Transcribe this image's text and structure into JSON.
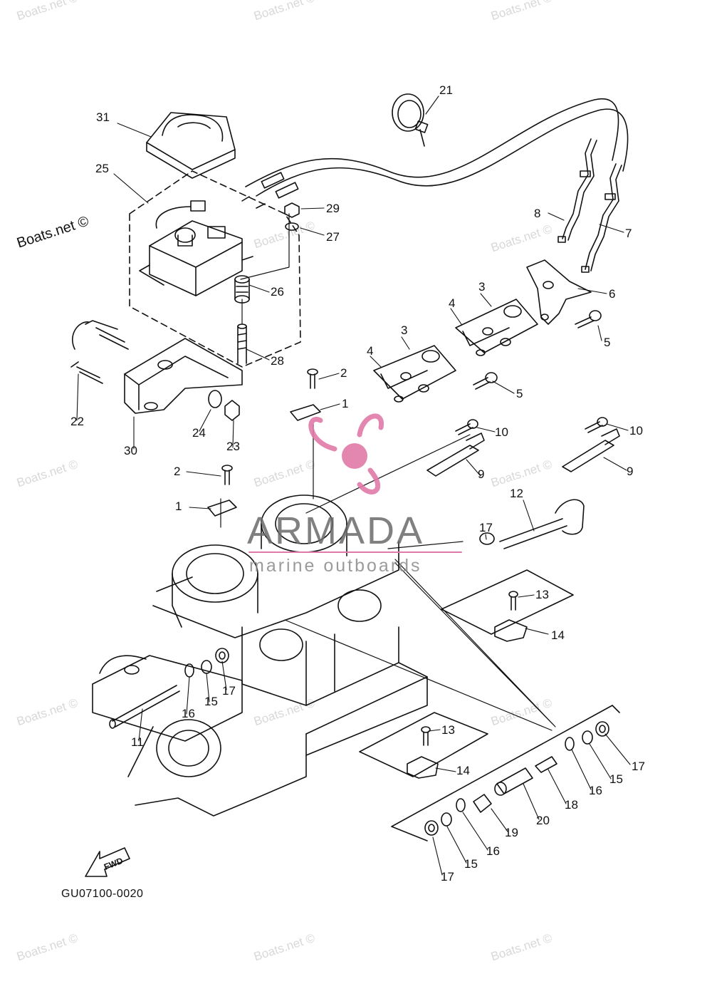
{
  "watermarks": {
    "site_text": "Boats.net ©",
    "prominent_text": "Boats.net ©"
  },
  "logo": {
    "name": "ARMADA",
    "tagline": "marine outboards",
    "accent_color": "#e07aa8",
    "text_color": "#6a6a6a"
  },
  "diagram": {
    "reference_code": "GU07100-0020",
    "direction_label": "FWD",
    "callouts": [
      "1",
      "2",
      "3",
      "4",
      "5",
      "6",
      "7",
      "8",
      "9",
      "10",
      "11",
      "12",
      "13",
      "14",
      "15",
      "16",
      "17",
      "18",
      "19",
      "20",
      "21",
      "22",
      "23",
      "24",
      "25",
      "26",
      "27",
      "28",
      "29",
      "30",
      "31"
    ]
  },
  "colors": {
    "line": "#111111",
    "watermark": "#d8d8d8"
  }
}
